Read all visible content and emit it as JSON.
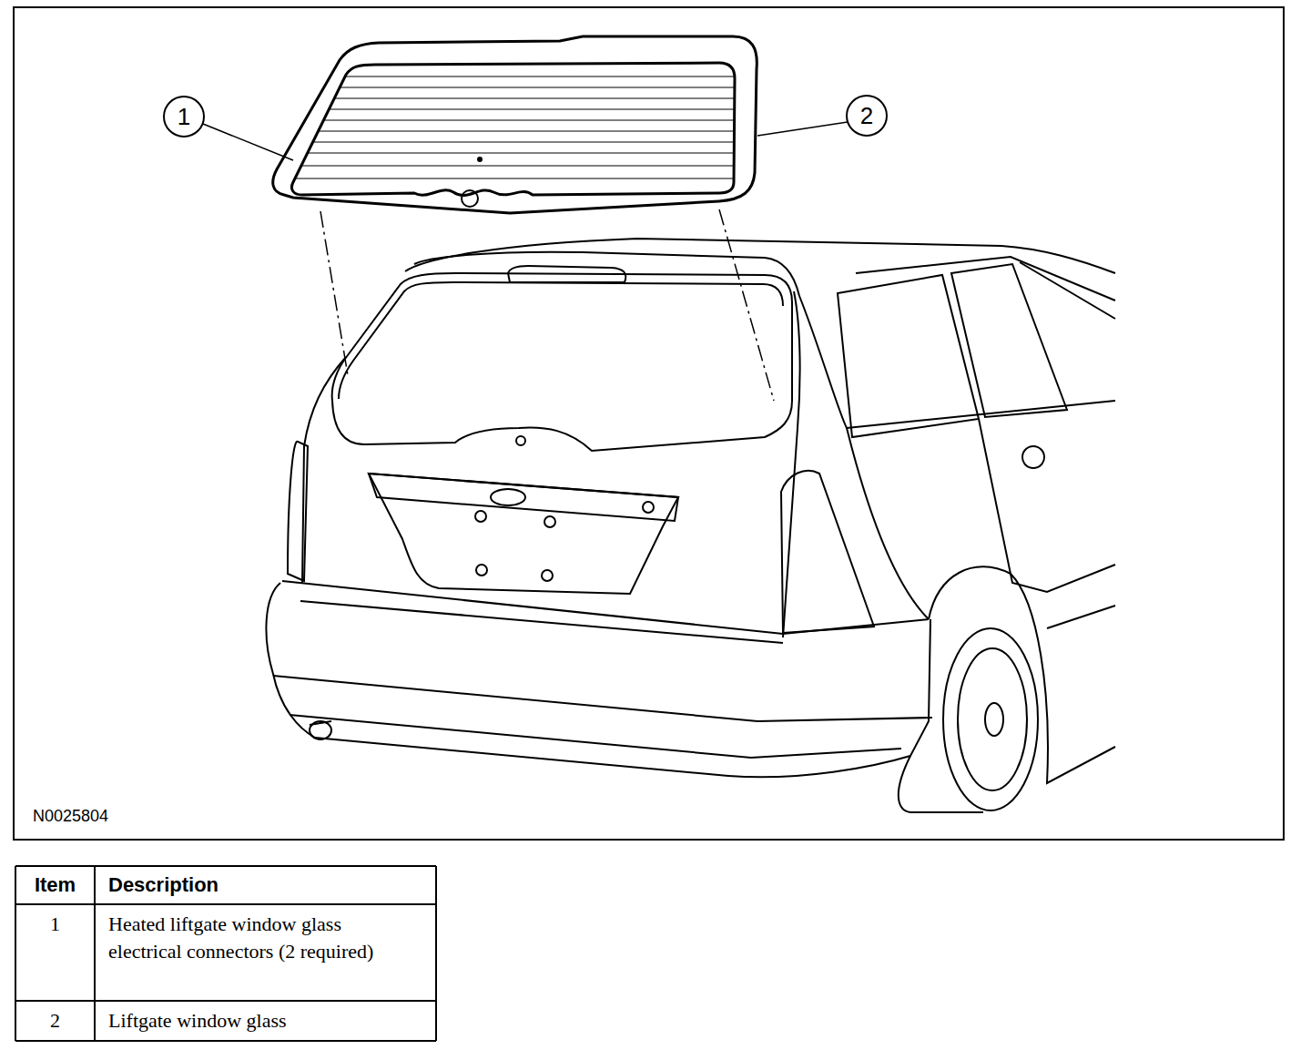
{
  "diagram": {
    "labels": [
      "1",
      "2",
      "N0025804",
      "Item",
      "Description",
      "1",
      "Heated liftgate window glass electrical connectors (2 required)",
      "2",
      "Liftgate window glass"
    ]
  }
}
